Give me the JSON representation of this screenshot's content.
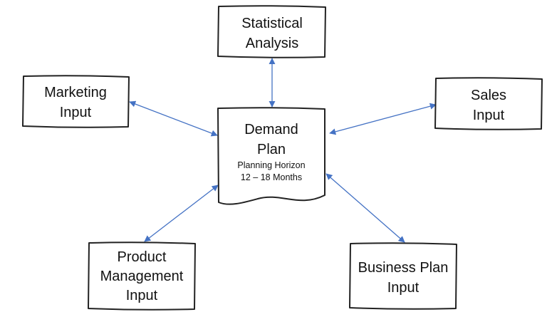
{
  "diagram": {
    "center": {
      "title_line1": "Demand",
      "title_line2": "Plan",
      "subtitle_line1": "Planning Horizon",
      "subtitle_line2": "12 – 18 Months"
    },
    "statistical_analysis": {
      "line1": "Statistical",
      "line2": "Analysis"
    },
    "marketing_input": {
      "line1": "Marketing",
      "line2": "Input"
    },
    "sales_input": {
      "line1": "Sales",
      "line2": "Input"
    },
    "product_management_input": {
      "line1": "Product",
      "line2": "Management",
      "line3": "Input"
    },
    "business_plan_input": {
      "line1": "Business Plan",
      "line2": "Input"
    },
    "colors": {
      "arrow": "#4472C4",
      "outline": "#222222",
      "text": "#111111"
    }
  }
}
